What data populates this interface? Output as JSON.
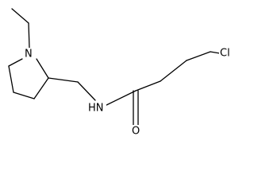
{
  "molecule": {
    "atoms": {
      "pyrrolidine_n": "N",
      "amide_nh": "HN",
      "carbonyl_o": "O",
      "chlorine": "Cl"
    }
  },
  "colors": {
    "background": "#ffffff",
    "bond": "#000000",
    "text": "#000000"
  }
}
